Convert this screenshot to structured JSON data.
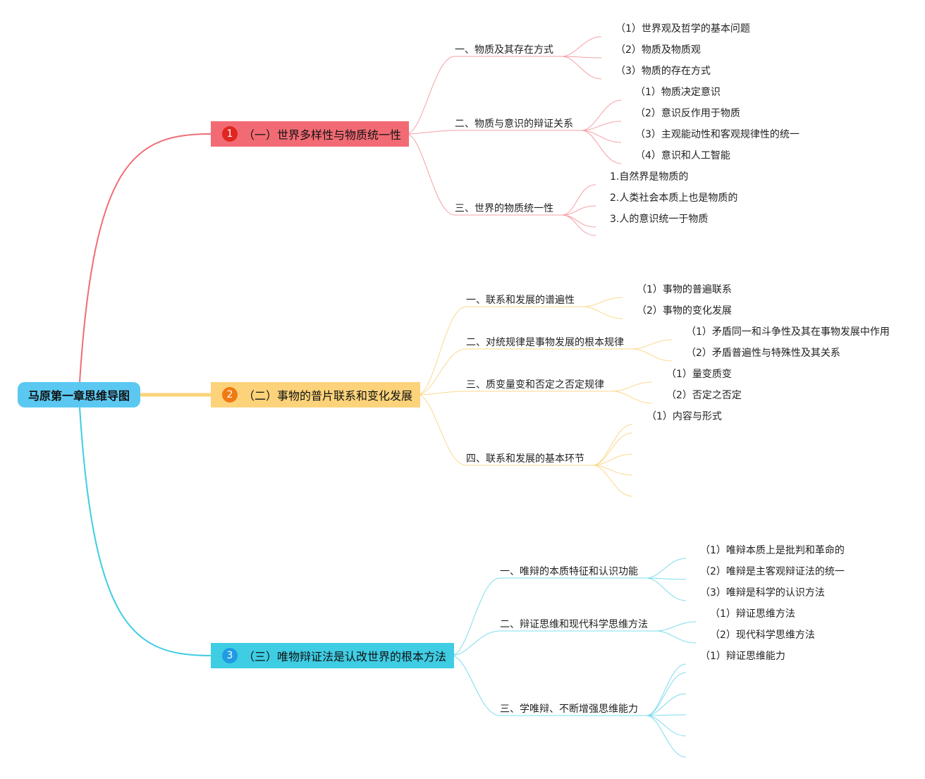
{
  "root": "马原第一章思维导图",
  "colors": {
    "root": "#5bc8f2",
    "branch1": "#f26b74",
    "branch2": "#fcd37a",
    "branch3": "#3fcde4",
    "badge1": "#e0261f",
    "badge2": "#f07a12",
    "badge3": "#1f9be3"
  },
  "branches": [
    {
      "num": "1",
      "label": "（一）世界多样性与物质统一性",
      "subs": [
        {
          "label": "一、物质及其存在方式",
          "leaves": [
            "（1）世界观及哲学的基本问题",
            "（2）物质及物质观",
            "（3）物质的存在方式"
          ]
        },
        {
          "label": "二、物质与意识的辩证关系",
          "leaves": [
            "（1）物质决定意识",
            "（2）意识反作用于物质",
            "（3）主观能动性和客观规律性的统一",
            "（4）意识和人工智能"
          ]
        },
        {
          "label": "三、世界的物质统一性",
          "leaves": [
            "1.自然界是物质的",
            "2.人类社会本质上也是物质的",
            "3.人的意识统一于物质",
            ""
          ]
        }
      ]
    },
    {
      "num": "2",
      "label": "（二）事物的普片联系和变化发展",
      "subs": [
        {
          "label": "一、联系和发展的谱遍性",
          "leaves": [
            "（1）事物的普遍联系",
            "（2）事物的变化发展"
          ]
        },
        {
          "label": "二、对统规律是事物发展的根本规律",
          "leaves": [
            "（1）矛盾同一和斗争性及其在事物发展中作用",
            "（2）矛盾普遍性与特殊性及其关系"
          ]
        },
        {
          "label": "三、质变量变和否定之否定规律",
          "leaves": [
            "（1）量变质变",
            "（2）否定之否定"
          ]
        },
        {
          "label": "四、联系和发展的基本环节",
          "leaves": [
            "（1）内容与形式",
            "",
            "",
            "",
            ""
          ]
        }
      ]
    },
    {
      "num": "3",
      "label": "（三）唯物辩证法是认改世界的根本方法",
      "subs": [
        {
          "label": "一、唯辩的本质特征和认识功能",
          "leaves": [
            "（1）唯辩本质上是批判和革命的",
            "（2）唯辩是主客观辩证法的统一",
            "（3）唯辩是科学的认识方法"
          ]
        },
        {
          "label": "二、辩证思维和现代科学思维方法",
          "leaves": [
            "（1）辩证思维方法",
            "（2）现代科学思维方法"
          ]
        },
        {
          "label": "三、学唯辩、不断增强思维能力",
          "leaves": [
            "（1）辩证思维能力",
            "",
            "",
            "",
            "",
            ""
          ]
        }
      ]
    }
  ]
}
